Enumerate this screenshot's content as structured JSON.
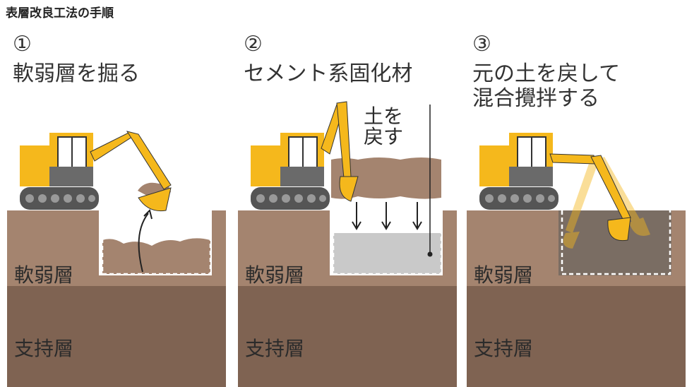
{
  "title": "表層改良工法の手順",
  "steps": [
    {
      "number": "①",
      "caption": [
        "軟弱層を掘る"
      ],
      "layer_top": "軟弱層",
      "layer_bottom": "支持層"
    },
    {
      "number": "②",
      "caption": [
        "セメント系固化材"
      ],
      "note": [
        "土を",
        "戻す"
      ],
      "layer_top": "軟弱層",
      "layer_bottom": "支持層"
    },
    {
      "number": "③",
      "caption": [
        "元の土を戻して",
        "混合攪拌する"
      ],
      "layer_top": "軟弱層",
      "layer_bottom": "支持層"
    }
  ],
  "colors": {
    "soft_layer": "#a4846f",
    "support_layer": "#7f6352",
    "machine_yellow": "#f5b81c",
    "machine_gray": "#6a6a6a",
    "cement": "#c9c9c9"
  }
}
